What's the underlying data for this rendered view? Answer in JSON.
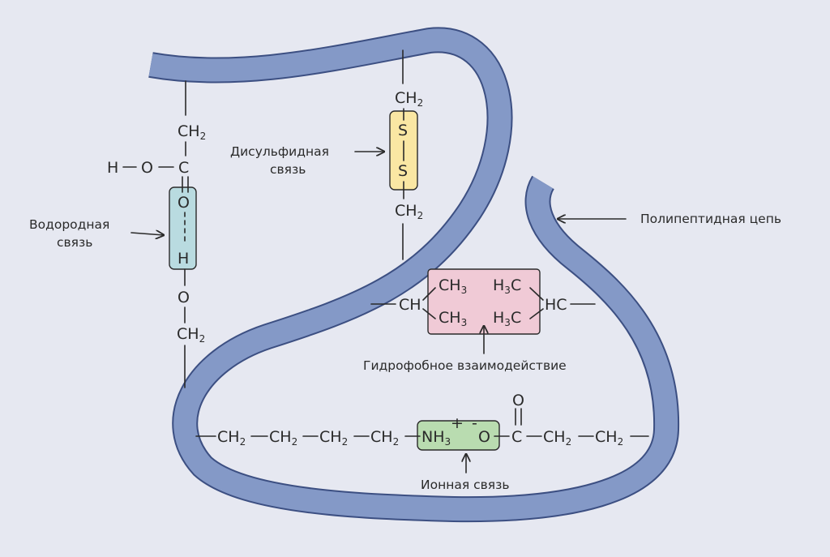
{
  "labels": {
    "disulfide": [
      "Дисульфидная",
      "связь"
    ],
    "hydrogen": [
      "Водородная",
      "связь"
    ],
    "polypeptide": "Полипептидная цепь",
    "hydrophobic": "Гидрофобное взаимодействие",
    "ionic": "Ионная связь"
  },
  "atoms": {
    "ch2": "CH",
    "ch3": "CH",
    "h3c_h": "H",
    "h3c_c": "C",
    "sub2": "2",
    "sub3": "3",
    "s": "S",
    "o": "O",
    "h": "H",
    "c": "C",
    "ch": "CH",
    "hc": "HC",
    "nh": "NH",
    "plus": "+",
    "minus": "-",
    "dash_h": "H",
    "dash_o": "O",
    "dash_c": "C"
  },
  "colors": {
    "chain": "#8499c7",
    "chain_stroke": "#3c4f82",
    "hydrogen_box": "#b9dbe0",
    "disulfide_box": "#fae7a3",
    "hydrophobic_box": "#f0cad6",
    "ionic_box": "#b9dcb0",
    "background": "#e6e8f1"
  }
}
